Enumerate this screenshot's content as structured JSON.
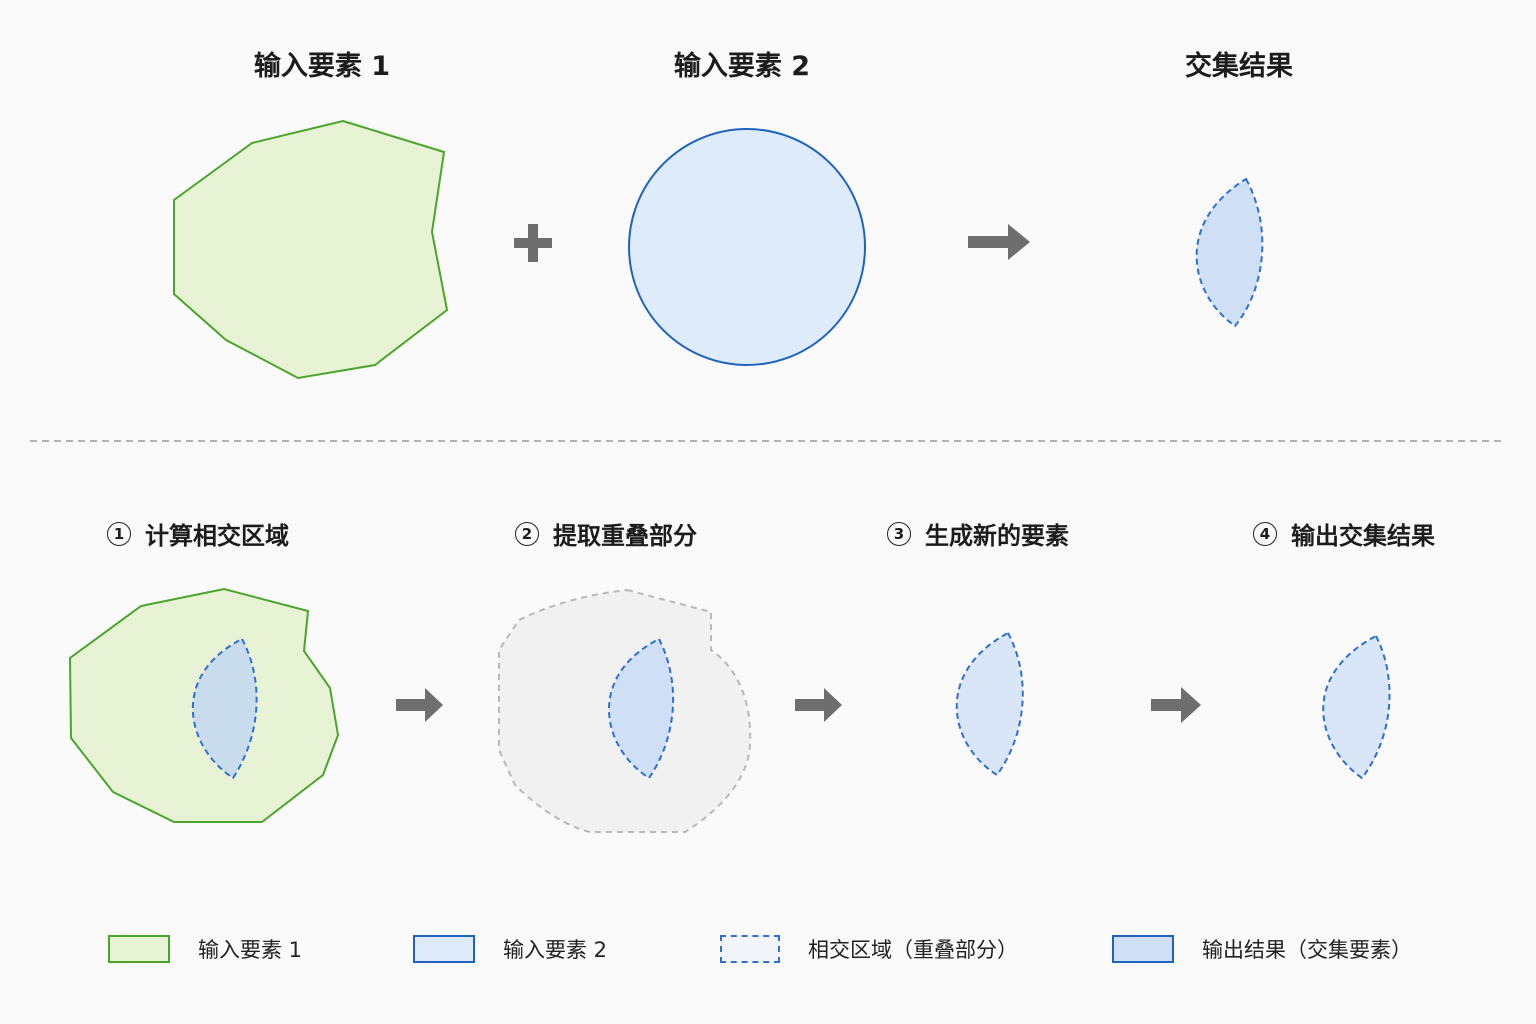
{
  "top": {
    "input1_title": "输入要素 1",
    "input2_title": "输入要素 2",
    "result_title": "交集结果"
  },
  "steps": [
    {
      "num": "1",
      "label": "计算相交区域"
    },
    {
      "num": "2",
      "label": "提取重叠部分"
    },
    {
      "num": "3",
      "label": "生成新的要素"
    },
    {
      "num": "4",
      "label": "输出交集结果"
    }
  ],
  "legend": [
    {
      "label": "输入要素 1"
    },
    {
      "label": "输入要素 2"
    },
    {
      "label": "相交区域（重叠部分）"
    },
    {
      "label": "输出结果（交集要素）"
    }
  ],
  "colors": {
    "green_fill": "#e8f3d6",
    "green_stroke": "#4aa52a",
    "blue_fill": "#deebfa",
    "blue_stroke": "#1f62c0",
    "lens_fill": "#cfe0f6",
    "lens_stroke": "#2e6fd0",
    "gray_fill": "#f1f1f1",
    "gray_stroke": "#b8b8b8",
    "arrow": "#6e6e6e",
    "divider": "#9a9a9a"
  },
  "icons": {
    "plus": "plus-icon",
    "arrow": "right-arrow-icon"
  }
}
